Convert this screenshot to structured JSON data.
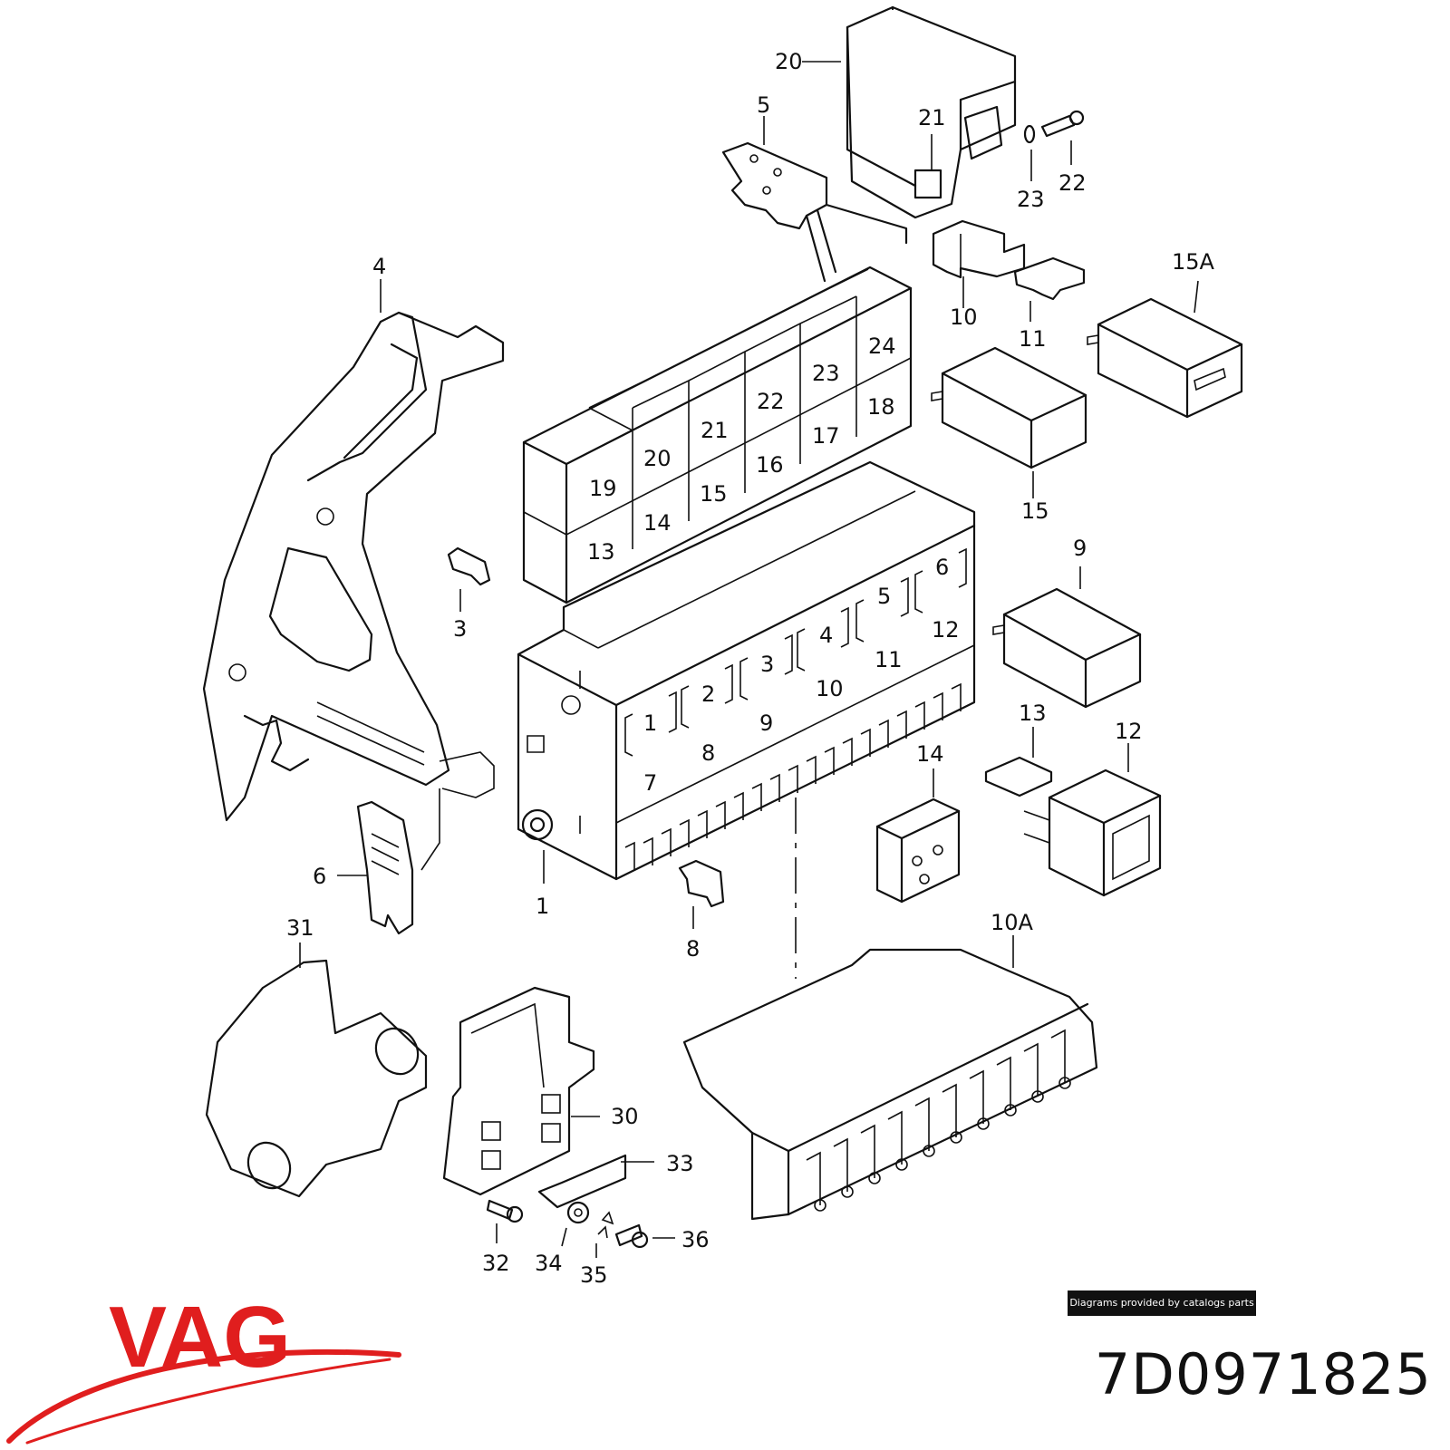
{
  "brand": {
    "name": "VAG",
    "color": "#e01e1e"
  },
  "part_number": "7D0971825",
  "credit": "Diagrams provided by catalogs parts",
  "callouts": {
    "c1": "1",
    "c3": "3",
    "c4": "4",
    "c5": "5",
    "c6": "6",
    "c8": "8",
    "c9": "9",
    "c10": "10",
    "c10A": "10A",
    "c11": "11",
    "c12": "12",
    "c13": "13",
    "c14": "14",
    "c15": "15",
    "c15A": "15A",
    "c20": "20",
    "c21": "21",
    "c22": "22",
    "c23": "23",
    "c30": "30",
    "c31": "31",
    "c32": "32",
    "c33": "33",
    "c34": "34",
    "c35": "35",
    "c36": "36"
  },
  "relay_slots": [
    "13",
    "14",
    "15",
    "16",
    "17",
    "18",
    "19",
    "20",
    "21",
    "22",
    "23",
    "24"
  ],
  "fuse_slots": [
    "1",
    "2",
    "3",
    "4",
    "5",
    "6",
    "7",
    "8",
    "9",
    "10",
    "11",
    "12"
  ]
}
